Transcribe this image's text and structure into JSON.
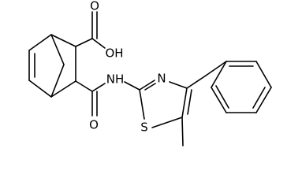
{
  "molecule": {
    "atom_labels": {
      "carboxyl_oh": "OH",
      "carboxyl_o": "O",
      "amide_o": "O",
      "amide_nh": "NH",
      "thiazole_n": "N",
      "thiazole_s": "S"
    }
  }
}
